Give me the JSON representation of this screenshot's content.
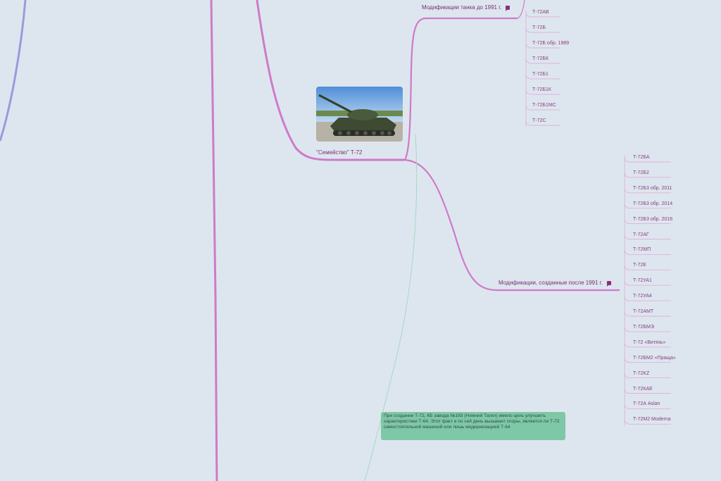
{
  "mindmap": {
    "family_node": {
      "label": "\"Семейство\" Т-72"
    },
    "branch_pre1991": {
      "label": "Модификации танка до 1991 г.",
      "note_icon": "note-icon",
      "items": [
        "Т-72АВ",
        "Т-72Б",
        "Т-72Б обр. 1989",
        "Т-72БК",
        "Т-72Б1",
        "Т-72Б1К",
        "Т-72Б1МС",
        "Т-72С"
      ]
    },
    "branch_post1991": {
      "label": "Модификации, созданные после 1991 г.",
      "note_icon": "note-icon",
      "items": [
        "Т-72БА",
        "Т-72Б2",
        "Т-72Б3 обр. 2011",
        "Т-72Б3 обр. 2014",
        "Т-72Б3 обр. 2016",
        "Т-72АГ",
        "Т-72МП",
        "Т-72Е",
        "Т-72УА1",
        "Т-72УА4",
        "Т-72АМТ",
        "Т-72БМЭ",
        "Т-72 «Витязь»",
        "Т-72БМ2 «Праща»",
        "Т-72KZ",
        "Т-72КАЕ",
        "Т-72А Aslan",
        "Т-72М2 Moderna"
      ]
    },
    "note": {
      "text": "При создании Т-72, КБ завода №183 (Нижний Тагил) имело цель улучшить характеристики Т-64. Этот факт и по сей день вызывает споры, является ли Т-72 самостоятельной машиной или лишь модернизацией Т-64"
    },
    "colors": {
      "branch": "#cf7ac9",
      "left_branch": "#9a9adc",
      "connector": "#a6d8c4",
      "note_bg": "#7ec7a7",
      "label": "#8a3d86",
      "background": "#dde6ee"
    }
  }
}
